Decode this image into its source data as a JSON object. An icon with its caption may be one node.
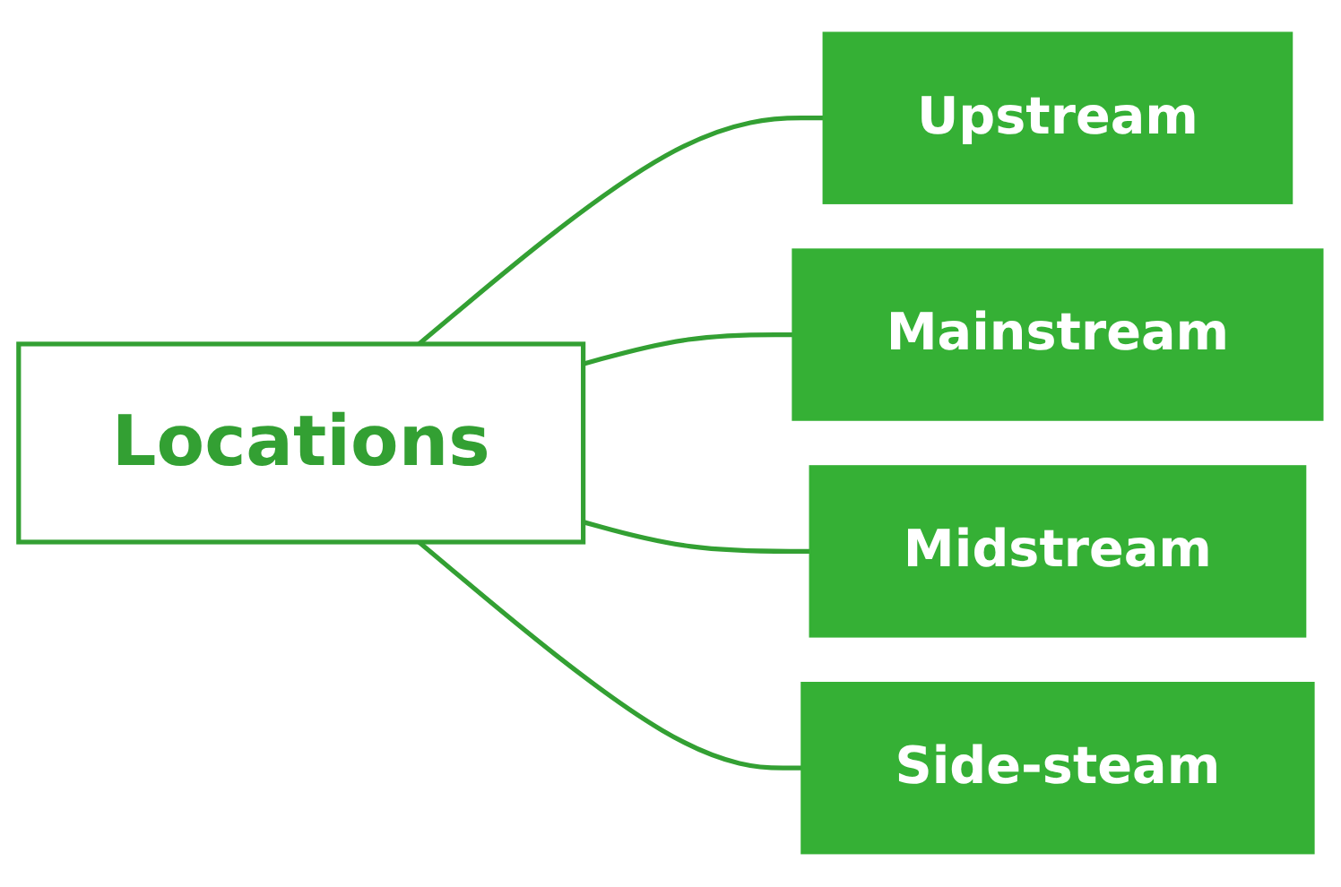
{
  "diagram": {
    "nodes": [
      {
        "text": [
          "Locations"
        ]
      },
      {
        "text": [
          "Upstream"
        ]
      },
      {
        "text": [
          "Mainstream"
        ]
      },
      {
        "text": [
          "Midstream"
        ]
      },
      {
        "text": [
          "Side-steam"
        ]
      }
    ],
    "edges": [
      {
        "from": 0,
        "to": 1,
        "arrow": "none"
      },
      {
        "from": 0,
        "to": 2,
        "arrow": "none"
      },
      {
        "from": 0,
        "to": 3,
        "arrow": "none"
      },
      {
        "from": 0,
        "to": 4,
        "arrow": "none"
      }
    ]
  }
}
